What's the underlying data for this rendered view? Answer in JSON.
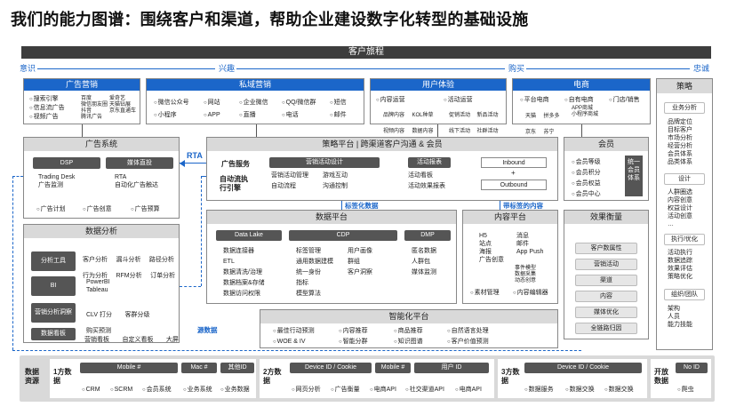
{
  "title": "我们的能力图谱：围绕客户和渠道，帮助企业建设数字化转型的基础设施",
  "journey": {
    "label": "客户旅程",
    "stages": [
      "意识",
      "兴趣",
      "购买",
      "忠诚"
    ]
  },
  "ad_marketing": {
    "title": "广告营销",
    "col1": [
      "搜索引擎",
      "信息流广告",
      "视频广告"
    ],
    "col2": [
      "百度",
      "微信朋友圈",
      "抖音",
      "腾讯广告"
    ],
    "col3": [
      "爱奇艺",
      "天猫钻展",
      "京东直通车"
    ]
  },
  "private_marketing": {
    "title": "私域营销",
    "items": [
      "微信公众号",
      "网站",
      "企业微信",
      "QQ/微信群",
      "短信",
      "小程序",
      "APP",
      "直播",
      "电话",
      "邮件"
    ]
  },
  "user_experience": {
    "title": "用户体验",
    "content_ops": "内容运营",
    "content_sub": [
      "品牌内容",
      "KOL种草",
      "视频内容",
      "数据内容"
    ],
    "activity_ops": "活动运营",
    "activity_sub": [
      "促销活动",
      "新品活动",
      "线下活动",
      "社群活动"
    ]
  },
  "ecommerce": {
    "title": "电商",
    "items": [
      "平台电商",
      "自有电商",
      "门店/销售"
    ],
    "sub1": [
      "天猫",
      "拼多多",
      "京东",
      "苏宁"
    ],
    "sub2": [
      "APP商城",
      "小程序商城"
    ]
  },
  "strategy": {
    "title": "策略",
    "sections": [
      {
        "label": "业务分析",
        "items": [
          "品牌定位",
          "目标客户",
          "市场分析",
          "经营分析",
          "会员体系",
          "品类体系"
        ]
      },
      {
        "label": "设计",
        "items": [
          "人群圈选",
          "内容创意",
          "权益设计",
          "活动创意",
          "…"
        ]
      },
      {
        "label": "执行/优化",
        "items": [
          "活动执行",
          "数据追踪",
          "效果评估",
          "策略优化"
        ]
      },
      {
        "label": "组织/团队",
        "items": [
          "架构",
          "人员",
          "能力技能"
        ]
      }
    ]
  },
  "ad_system": {
    "title": "广告系统",
    "dsp": "DSP",
    "media": "媒体直投",
    "dsp_items": [
      "Trading Desk",
      "广告监测"
    ],
    "media_items": [
      "RTA",
      "自动化广告触达"
    ],
    "bottom": [
      "广告计划",
      "广告创意",
      "广告预算"
    ]
  },
  "rta": "RTA",
  "strategy_platform": {
    "title": "策略平台 | 跨渠道客户沟通 & 会员",
    "ad_service": "广告服务",
    "auto_engine": "自动流执行引擎",
    "campaign_design": "营销活动设计",
    "campaign_items": [
      "营销活动管理",
      "游戏互动",
      "自动流程",
      "沟通控制"
    ],
    "report": "活动报表",
    "report_items": [
      "活动看板",
      "活动效果报表"
    ],
    "inbound": "Inbound",
    "plus": "+",
    "outbound": "Outbound"
  },
  "member": {
    "title": "会员",
    "items": [
      "会员等级",
      "会员积分",
      "会员权益",
      "会员中心"
    ],
    "unified": "统一会员体系"
  },
  "label_data": "标签化数据",
  "label_content": "带标签的内容",
  "data_platform": {
    "title": "数据平台",
    "data_lake": "Data Lake",
    "cdp": "CDP",
    "dmp": "DMP",
    "lake_items": [
      "数据连接器",
      "ETL",
      "数据清洗/治理",
      "数据档案&存储",
      "数据访问权限"
    ],
    "cdp_col1": [
      "标签管理",
      "通用数据建模",
      "统一身份",
      "指标",
      "模型算法"
    ],
    "cdp_col2": [
      "用户画像",
      "群组",
      "客户洞察"
    ],
    "dmp_items": [
      "匿名数据",
      "人群包",
      "媒体监测"
    ]
  },
  "content_platform": {
    "title": "内容平台",
    "col1": [
      "H5",
      "站点",
      "海报",
      "广告创意"
    ],
    "col2": [
      "消息",
      "邮件",
      "App Push"
    ],
    "sub": [
      "事件模型",
      "数据采集",
      "动态创意"
    ],
    "assets": "素材管理",
    "editor": "内容编辑器"
  },
  "effect": {
    "title": "效果衡量",
    "items": [
      "客户数属性",
      "营销活动",
      "渠道",
      "内容",
      "媒体优化",
      "全链路归因"
    ]
  },
  "data_analysis": {
    "title": "数据分析",
    "tools": "分析工具",
    "tools_items": [
      "客户分析",
      "漏斗分析",
      "路径分析",
      "行为分析",
      "RFM分析",
      "订单分析"
    ],
    "bi": "BI",
    "bi_items": [
      "PowerBI",
      "Tableau"
    ],
    "insight": "营销分析洞察",
    "insight_items": [
      "CLV 打分",
      "客群分级",
      "购买预测"
    ],
    "dashboard": "数据看板",
    "dashboard_items": [
      "营销看板",
      "自定义看板",
      "大屏"
    ]
  },
  "source_data": "源数据",
  "intelligence": {
    "title": "智能化平台",
    "items": [
      "最佳行动预测",
      "内容推荐",
      "商品推荐",
      "自然语言处理",
      "WOE & IV",
      "智能分群",
      "知识图谱",
      "客户价值预测"
    ]
  },
  "data_sources": {
    "label": "数据资源",
    "first_party": "1方数据",
    "second_party": "2方数据",
    "third_party": "3方数据",
    "open_data": "开放数据",
    "fp_ids": [
      "Mobile #",
      "Mac #",
      "其他ID"
    ],
    "fp_items": [
      "CRM",
      "SCRM",
      "会员系统",
      "业务系统",
      "业务数据"
    ],
    "sp_ids": [
      "Device ID / Cookie",
      "Mobile #",
      "用户 ID"
    ],
    "sp_items": [
      "网页分析",
      "广告衡量",
      "电商API",
      "社交渠道API",
      "电商API"
    ],
    "tp_ids": [
      "Device ID / Cookie"
    ],
    "tp_items": [
      "数据服务",
      "数据交换",
      "数据交换"
    ],
    "open_ids": [
      "No ID"
    ],
    "open_items": [
      "爬虫"
    ]
  }
}
